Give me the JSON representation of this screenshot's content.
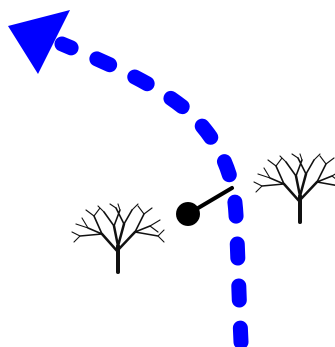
{
  "colors": {
    "path": "#0000ff",
    "marker": "#000000",
    "tree": "#111111",
    "background": "#ffffff"
  },
  "scene": {
    "path_style": "dashed",
    "path_end": "arrowhead",
    "elements": [
      "dashed-path",
      "arrowhead",
      "position-marker",
      "tree-left",
      "tree-right"
    ]
  }
}
